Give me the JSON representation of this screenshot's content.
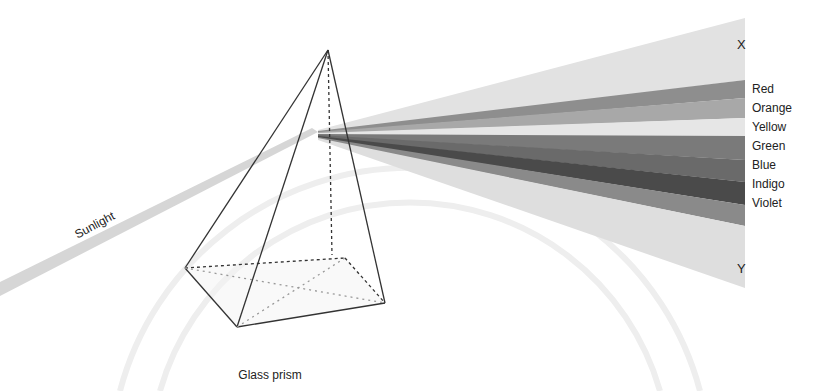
{
  "diagram": {
    "labels": [
      "X",
      "Red",
      "Orange",
      "Yellow",
      "Green",
      "Blue",
      "Indigo",
      "Violet",
      "Y",
      "Sunlight",
      "Glass prism"
    ]
  }
}
